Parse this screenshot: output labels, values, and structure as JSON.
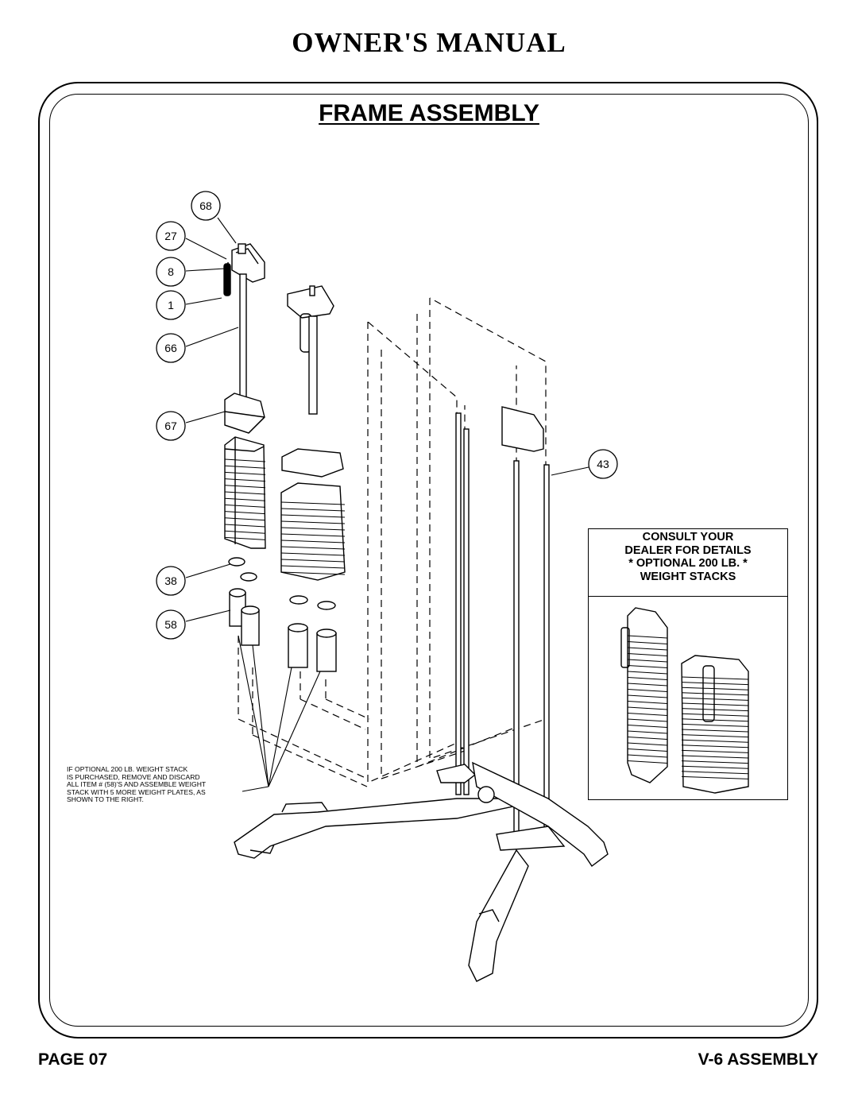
{
  "header": {
    "title": "OWNER'S MANUAL"
  },
  "section": {
    "title": "FRAME ASSEMBLY"
  },
  "part_labels": [
    {
      "number": "68"
    },
    {
      "number": "27"
    },
    {
      "number": "8"
    },
    {
      "number": "1"
    },
    {
      "number": "66"
    },
    {
      "number": "67"
    },
    {
      "number": "38"
    },
    {
      "number": "58"
    },
    {
      "number": "43"
    }
  ],
  "callout": {
    "lines": [
      "CONSULT YOUR",
      "DEALER FOR DETAILS",
      "* OPTIONAL 200 LB. *",
      "WEIGHT STACKS"
    ]
  },
  "note": {
    "lines": [
      "IF OPTIONAL 200 LB. WEIGHT STACK",
      "IS PURCHASED, REMOVE AND DISCARD",
      "ALL ITEM # (58)'S AND ASSEMBLE WEIGHT",
      "STACK WITH 5 MORE WEIGHT PLATES, AS",
      "SHOWN TO THE RIGHT."
    ]
  },
  "footer": {
    "page": "PAGE 07",
    "model": "V-6 ASSEMBLY"
  }
}
